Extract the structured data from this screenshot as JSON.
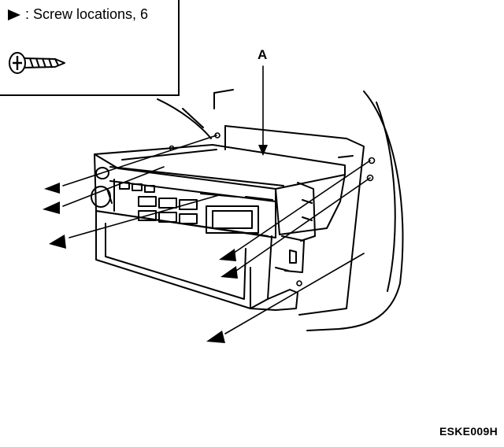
{
  "legend": {
    "text": ": Screw locations, 6",
    "arrow_icon": "filled-triangle-arrow",
    "screw_icon": "phillips-screw"
  },
  "callout": {
    "label": "A"
  },
  "figure_code": "ESKE009H",
  "colors": {
    "ink": "#000000",
    "paper": "#ffffff"
  }
}
